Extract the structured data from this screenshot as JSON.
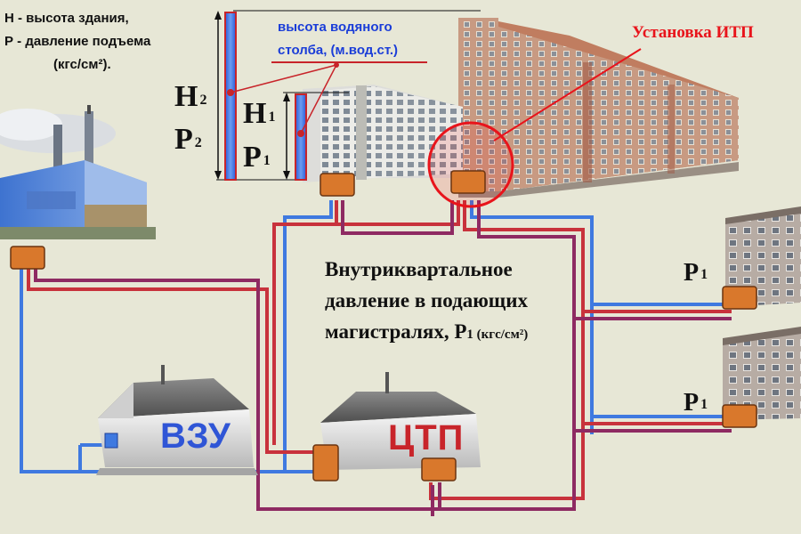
{
  "legend": {
    "line1": "Н - высота здания,",
    "line2": "Р - давление подъема",
    "line3": "(кгс/см²)."
  },
  "tall_building": {
    "h_label": "Н",
    "h_sub": "2",
    "p_label": "Р",
    "p_sub": "2"
  },
  "mid_building": {
    "h_label": "Н",
    "h_sub": "1",
    "p_label": "Р",
    "p_sub": "1"
  },
  "water_column_note": {
    "line1": "высота водяного",
    "line2": "столба, (м.вод.ст.)"
  },
  "itp_note": "Установка ИТП",
  "intra_block": {
    "line1": "Внутриквартальное",
    "line2": "давление в подающих",
    "line3_main": "магистралях, Р",
    "line3_sub": "1",
    "line3_unit": " (кгс/см²)"
  },
  "house_right_top": {
    "p_label": "Р",
    "p_sub": "1"
  },
  "house_right_bottom": {
    "p_label": "Р",
    "p_sub": "1"
  },
  "stations": {
    "vzu": "ВЗУ",
    "ctp": "ЦТП"
  },
  "colors": {
    "background": "#e7e7d6",
    "supply_pipe": "#c8323c",
    "return_pipe": "#8e2a62",
    "cold_pipe": "#3f79e0",
    "node_box": "#d9782c",
    "vzu_text": "#2f55d6",
    "ctp_text": "#c8242a",
    "highlight": "#e8141b",
    "note_blue": "#1a3dd8"
  }
}
